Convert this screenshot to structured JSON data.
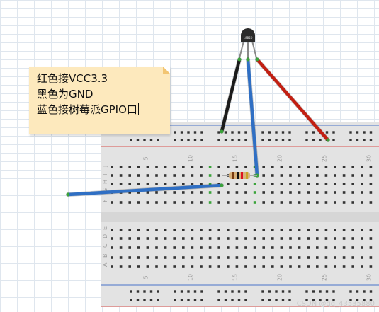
{
  "note": {
    "lines": [
      "红色接VCC3.3",
      "黑色为GND",
      "蓝色接树莓派GPIO口"
    ]
  },
  "breadboard": {
    "column_numbers": [
      "5",
      "10",
      "15",
      "20",
      "25",
      "30"
    ],
    "row_letters_top": [
      "J",
      "I",
      "H",
      "G",
      "F"
    ],
    "row_letters_bottom": [
      "E",
      "D",
      "C",
      "B",
      "A"
    ]
  },
  "component": {
    "label": "18B20"
  },
  "watermark": "CSDN @qq_43535880",
  "colors": {
    "black_wire": "#1b1b1b",
    "blue_wire": "#2f6fc4",
    "red_wire": "#c21f12",
    "breadboard": "#e3e3e3",
    "rail_red": "#d9534f",
    "rail_blue": "#4a73c9",
    "active_hole": "#3aa33a",
    "note_bg": "#fde9bd"
  }
}
